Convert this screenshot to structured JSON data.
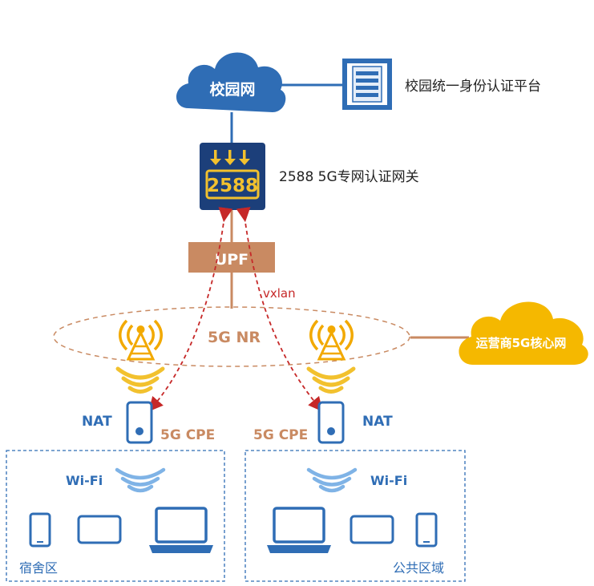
{
  "campus_cloud": {
    "label": "校园网"
  },
  "auth_platform": {
    "label": "校园统一身份认证平台"
  },
  "gateway": {
    "display": "2588",
    "label": "2588 5G专网认证网关"
  },
  "upf": {
    "label": "UPF"
  },
  "tunnel": {
    "label": "vxlan"
  },
  "radio": {
    "label": "5G NR"
  },
  "operator_cloud": {
    "label": "运营商5G核心网"
  },
  "left_site": {
    "nat_label": "NAT",
    "cpe_label": "5G CPE",
    "wifi_label": "Wi-Fi",
    "zone_label": "宿舍区"
  },
  "right_site": {
    "nat_label": "NAT",
    "cpe_label": "5G CPE",
    "wifi_label": "Wi-Fi",
    "zone_label": "公共区域"
  },
  "colors": {
    "blue": "#2f6db5",
    "cloud_blue": "#2f6db5",
    "gateway_bg": "#1c3f7a",
    "gateway_yellow": "#f2c12e",
    "upf_brown": "#c98a62",
    "operator_yellow": "#f5b800",
    "tunnel_red": "#c62828",
    "orange_text": "#c98a62",
    "dashed_box": "#2f6db5"
  }
}
